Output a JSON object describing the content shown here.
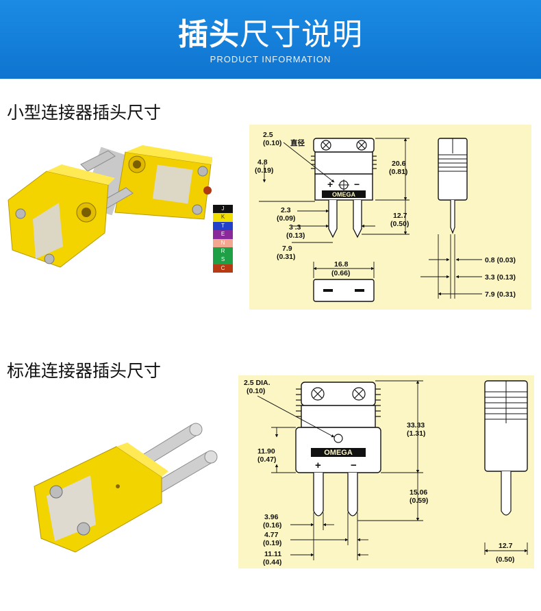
{
  "banner": {
    "title_bold": "插头",
    "title_light": "尺寸说明",
    "subtitle": "PRODUCT INFORMATION"
  },
  "section1": {
    "title": "小型连接器插头尺寸",
    "color_codes": [
      {
        "code": "J",
        "color": "#111111",
        "text_color": "#ffffff"
      },
      {
        "code": "K",
        "color": "#f0de00",
        "text_color": "#333333"
      },
      {
        "code": "T",
        "color": "#2240c8",
        "text_color": "#ffffff"
      },
      {
        "code": "E",
        "color": "#8a2a9a",
        "text_color": "#ffffff"
      },
      {
        "code": "N",
        "color": "#f2a890",
        "text_color": "#ffffff"
      },
      {
        "code": "R",
        "color": "#1fa046",
        "text_color": "#ffffff"
      },
      {
        "code": "S",
        "color": "#1fa046",
        "text_color": "#ffffff"
      },
      {
        "code": "C",
        "color": "#b83a12",
        "text_color": "#ffffff"
      }
    ],
    "dims": {
      "d1_a": "2.5",
      "d1_b": "(0.10)",
      "d1_c": "直径",
      "d2_a": "4.8",
      "d2_b": "(0.19)",
      "d3_a": "20.6",
      "d3_b": "(0.81)",
      "d4_a": "2.3",
      "d4_b": "(0.09)",
      "d5_a": "3 .3",
      "d5_b": "(0.13)",
      "d6_a": "12.7",
      "d6_b": "(0.50)",
      "d7_a": "7.9",
      "d7_b": "(0.31)",
      "d8_a": "16.8",
      "d8_b": "(0.66)",
      "side1": "0.8 (0.03)",
      "side2": "3.3 (0.13)",
      "side3": "7.9 (0.31)"
    },
    "brand": "OMEGA"
  },
  "section2": {
    "title": "标准连接器插头尺寸",
    "dims": {
      "d1_a": "2.5 DIA.",
      "d1_b": "(0.10)",
      "d2_a": "33.33",
      "d2_b": "(1.31)",
      "d3_a": "11.90",
      "d3_b": "(0.47)",
      "d4_a": "15.06",
      "d4_b": "(0.59)",
      "d5_a": "3.96",
      "d5_b": "(0.16)",
      "d6_a": "4.77",
      "d6_b": "(0.19)",
      "d7_a": "11.11",
      "d7_b": "(0.44)",
      "d8_a": "12.7",
      "d8_b": "(0.50)"
    },
    "brand": "OMEGA"
  }
}
